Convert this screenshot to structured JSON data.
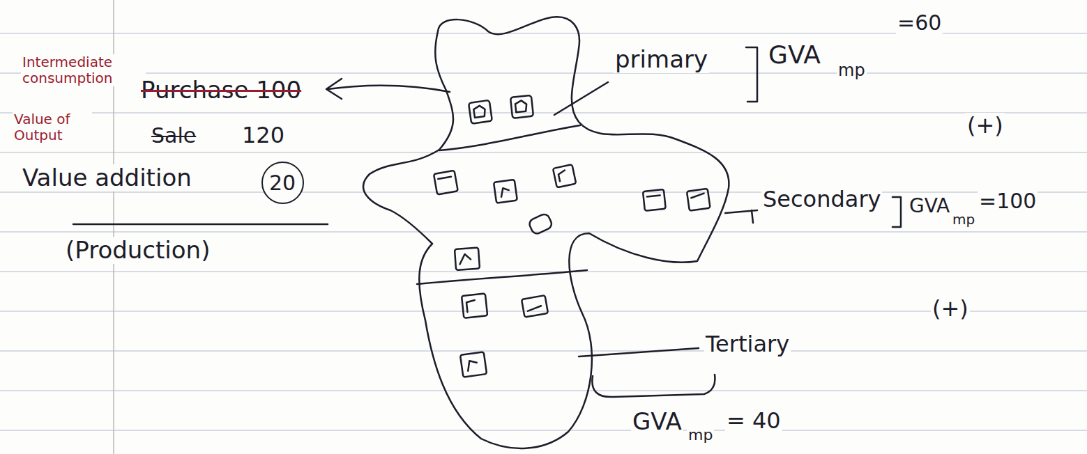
{
  "diagram": {
    "nodes": [
      {
        "text": [
          "20"
        ]
      }
    ],
    "labels": [
      "Intermediate consumption",
      "Purchase 100",
      "Value of Output",
      "Sale",
      "120",
      "Value addition",
      "(Production)",
      "primary",
      "GVA",
      "mp",
      "=60",
      "(+)",
      "Secondary",
      "GVA",
      "mp",
      "=100",
      "(+)",
      "Tertiary",
      "GVA",
      "mp",
      "= 40"
    ]
  }
}
